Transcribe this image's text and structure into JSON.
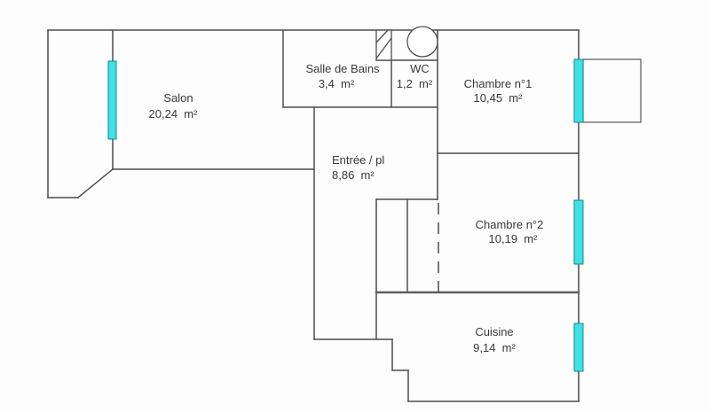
{
  "rooms": [
    {
      "id": "salon",
      "name": "Salon",
      "area": "20,24  m²"
    },
    {
      "id": "salle-de-bains",
      "name": "Salle de Bains",
      "area": "3,4  m²"
    },
    {
      "id": "wc",
      "name": "WC",
      "area": "1,2  m²"
    },
    {
      "id": "chambre-1",
      "name": "Chambre n°1",
      "area": "10,45  m²"
    },
    {
      "id": "entree",
      "name": "Entrée / pl",
      "area": "8,86  m²"
    },
    {
      "id": "chambre-2",
      "name": "Chambre n°2",
      "area": "10,19  m²"
    },
    {
      "id": "cuisine",
      "name": "Cuisine",
      "area": "9,14  m²"
    }
  ],
  "colors": {
    "wall": "#4d4d4d",
    "wall_thick": "#5f5f5f",
    "window_fill": "#3ee2e6",
    "window_border": "#0d8b93",
    "text": "#383838",
    "background": "#fdfdfd"
  }
}
